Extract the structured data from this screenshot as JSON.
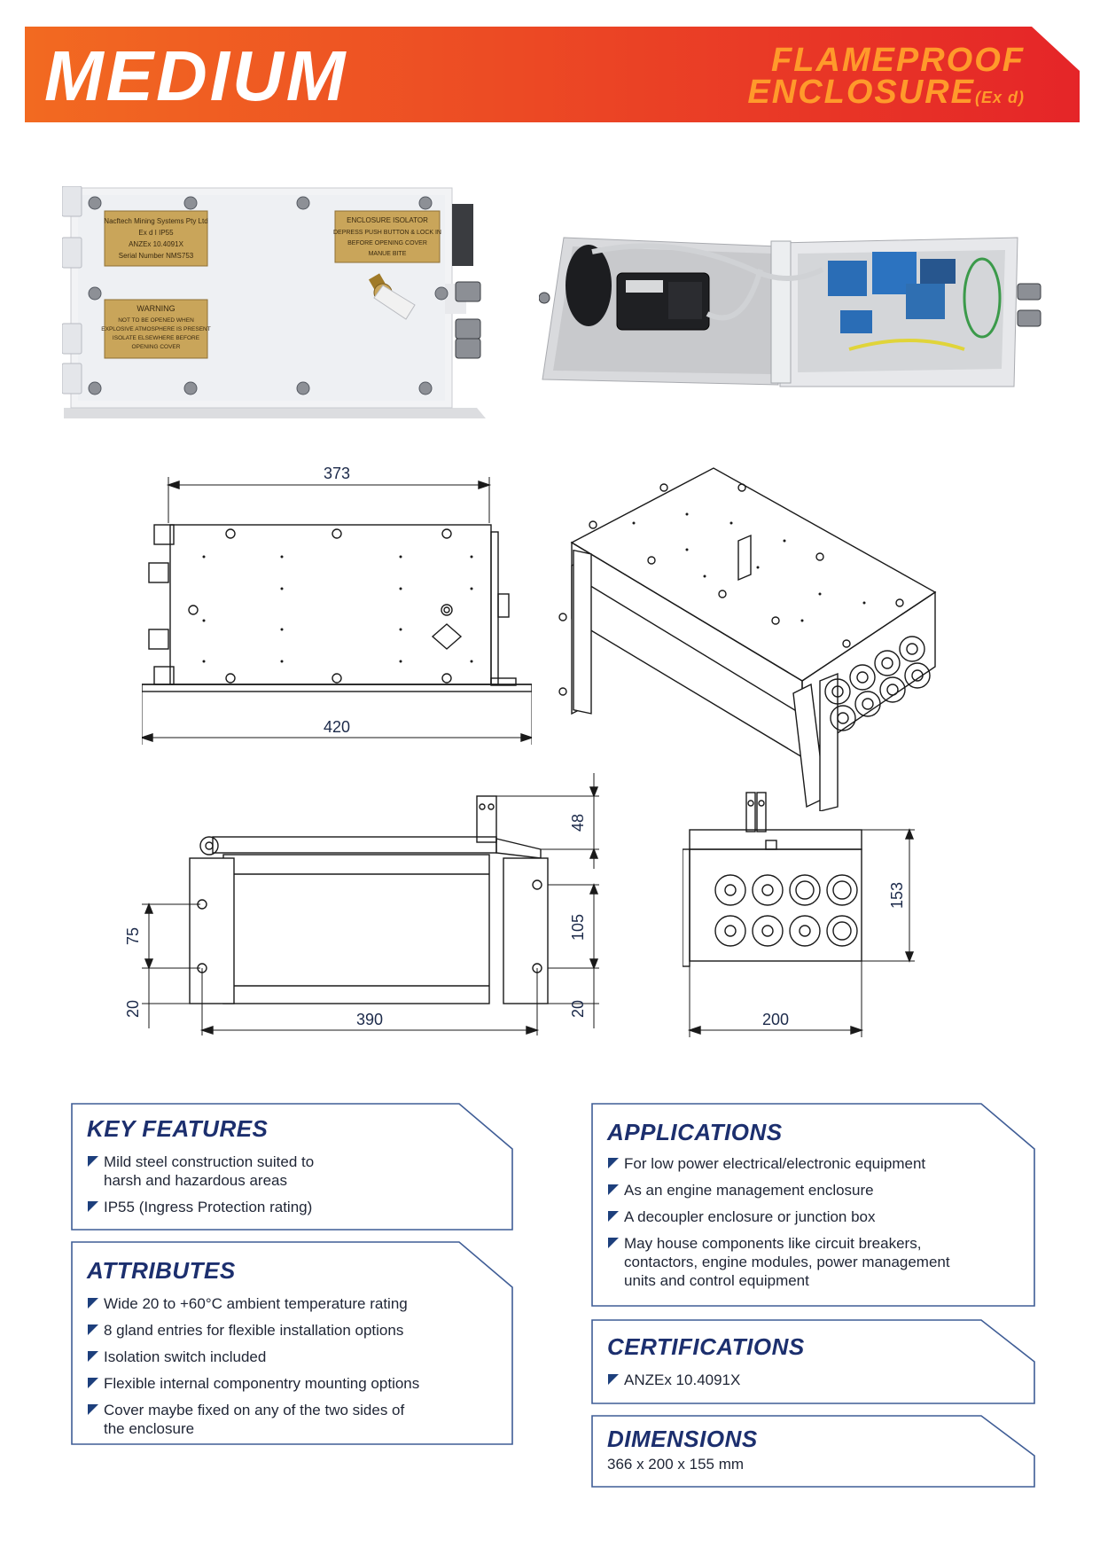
{
  "header": {
    "title": "MEDIUM",
    "subtitle_line1": "FLAMEPROOF",
    "subtitle_line2": "ENCLOSURE",
    "subtitle_suffix": "(Ex d)",
    "gradient_start": "#f26a21",
    "gradient_end": "#e52528"
  },
  "photo_closed": {
    "plate1_lines": [
      "Nacftech Mining Systems Pty Ltd",
      "Ex d I IP55",
      "ANZEx 10.4091X",
      "Serial Number NMS753"
    ],
    "plate2_lines": [
      "ENCLOSURE ISOLATOR",
      "DEPRESS PUSH BUTTON & LOCK IN",
      "BEFORE OPENING COVER",
      "MANUE BITE"
    ],
    "plate3_lines": [
      "WARNING",
      "NOT TO BE OPENED WHEN",
      "EXPLOSIVE ATMOSPHERE IS PRESENT",
      "ISOLATE ELSEWHERE BEFORE",
      "OPENING COVER"
    ]
  },
  "drawings": {
    "top_width": "373",
    "base_width": "420",
    "front_height_top": "48",
    "front_left_75": "75",
    "front_left_20": "20",
    "front_right_105": "105",
    "front_right_20": "20",
    "front_width": "390",
    "side_height": "153",
    "side_width": "200"
  },
  "key_features": {
    "title": "KEY FEATURES",
    "items": [
      {
        "l1": "Mild steel construction suited to",
        "l2": "harsh and hazardous areas"
      },
      {
        "l1": "IP55 (Ingress Protection rating)",
        "l2": ""
      }
    ]
  },
  "attributes": {
    "title": "ATTRIBUTES",
    "items": [
      {
        "l1": "Wide 20 to +60°C ambient temperature rating",
        "l2": ""
      },
      {
        "l1": "8 gland entries for flexible installation options",
        "l2": ""
      },
      {
        "l1": "Isolation switch included",
        "l2": ""
      },
      {
        "l1": "Flexible internal componentry mounting options",
        "l2": ""
      },
      {
        "l1": "Cover maybe fixed on any of the two sides of",
        "l2": "the enclosure"
      }
    ]
  },
  "applications": {
    "title": "APPLICATIONS",
    "items": [
      {
        "l1": "For low power electrical/electronic equipment",
        "l2": "",
        "l3": ""
      },
      {
        "l1": "As an engine management enclosure",
        "l2": "",
        "l3": ""
      },
      {
        "l1": "A decoupler enclosure or junction box",
        "l2": "",
        "l3": ""
      },
      {
        "l1": "May house components like circuit breakers,",
        "l2": "contactors, engine modules, power management",
        "l3": "units and control equipment"
      }
    ]
  },
  "certifications": {
    "title": "CERTIFICATIONS",
    "items": [
      {
        "l1": "ANZEx 10.4091X"
      }
    ]
  },
  "dimensions": {
    "title": "DIMENSIONS",
    "value": "366 x 200 x 155 mm"
  },
  "colors": {
    "navy": "#1c2f6e",
    "frame": "#3f5d96",
    "bullet": "#1d3f7c",
    "plate": "#c9a55a"
  }
}
